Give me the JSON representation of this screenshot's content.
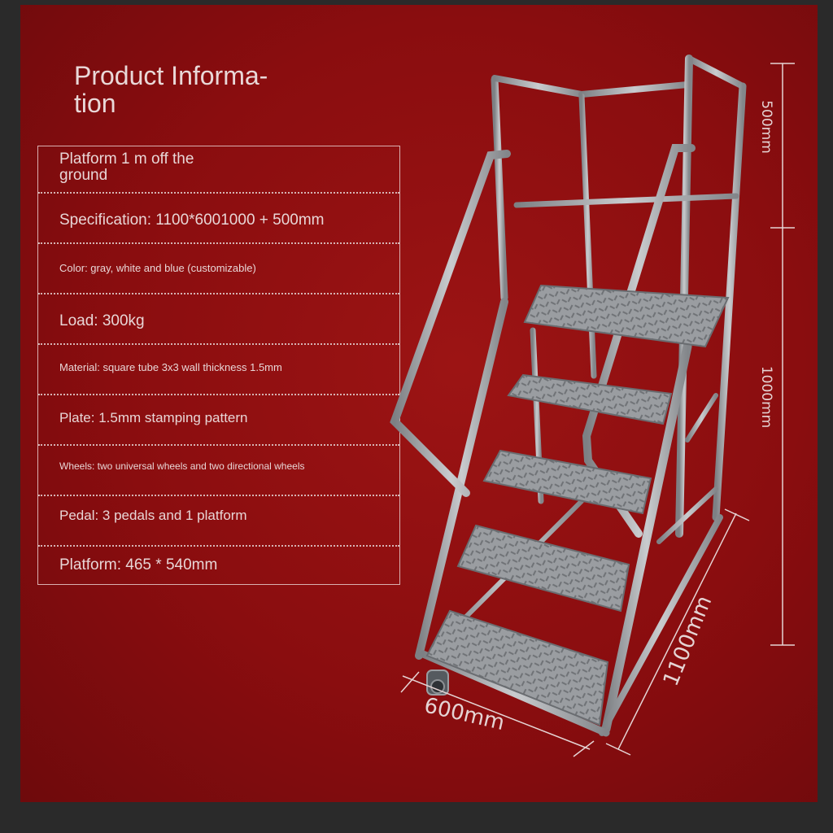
{
  "title": "Product Informa-\ntion",
  "specs": [
    {
      "text": "Platform 1 m off the\nground"
    },
    {
      "text": "Specification: 1100*6001000 + 500mm"
    },
    {
      "text": "Color: gray, white and blue (customizable)"
    },
    {
      "text": "Load: 300kg"
    },
    {
      "text": "Material: square tube 3x3 wall thickness 1.5mm"
    },
    {
      "text": "Plate: 1.5mm stamping pattern"
    },
    {
      "text": "Wheels: two universal wheels and two directional wheels"
    },
    {
      "text": "Pedal: 3 pedals and 1 platform"
    },
    {
      "text": "Platform: 465 * 540mm"
    }
  ],
  "dimensions": {
    "top_height": "500mm",
    "platform_height": "1000mm",
    "length": "1100mm",
    "width": "600mm"
  },
  "colors": {
    "background": "#8a0d0f",
    "frame": "#2a2a2a",
    "text": "#e8d6d6",
    "metal": "#a9abae"
  }
}
